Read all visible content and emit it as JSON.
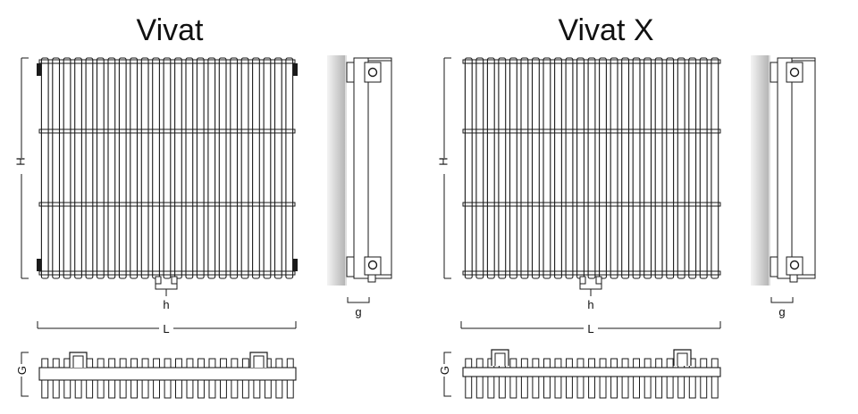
{
  "models": [
    {
      "title": "Vivat",
      "labels": {
        "height": "H",
        "length": "L",
        "spacing": "h",
        "side_depth": "g",
        "depth": "G"
      },
      "columns": 23,
      "rails": 4
    },
    {
      "title": "Vivat X",
      "labels": {
        "height": "H",
        "length": "L",
        "spacing": "h",
        "side_depth": "g",
        "depth": "G"
      },
      "columns": 23,
      "rails": 4
    }
  ],
  "colors": {
    "stroke": "#1a1a1a",
    "wall_dark": "#b5b5b5",
    "wall_light": "#f4f4f4"
  },
  "icons": [
    "valve-icon"
  ]
}
